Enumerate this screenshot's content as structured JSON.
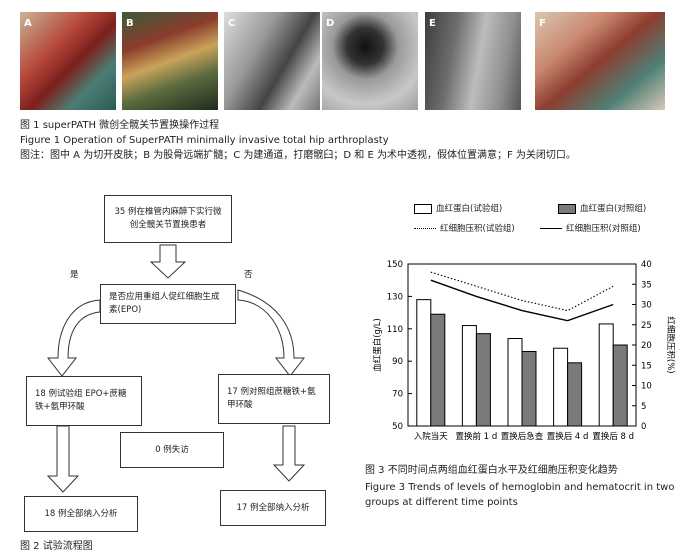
{
  "figure1": {
    "panel_labels": [
      "A",
      "B",
      "C",
      "D",
      "E",
      "F"
    ],
    "caption_cn": "图 1   superPATH 微创全髋关节置换操作过程",
    "caption_en": "Figure 1    Operation of SuperPATH minimally invasive total hip arthroplasty",
    "note": "图注：图中 A 为切开皮肤；B 为股骨远端扩髓；C 为建通道，打磨髋臼；D 和 E 为术中透视，假体位置满意；F 为关闭切口。"
  },
  "figure2": {
    "box_start": "35 例在椎管内麻醉下实行微创全髋关节置换患者",
    "label_yes": "是",
    "label_no": "否",
    "box_question": "是否应用重组人促红细胞生成素(EPO)",
    "box_trial": "18 例试验组 EPO+蔗糖铁+氨甲环酸",
    "box_control": "17 例对照组蔗糖铁+氨甲环酸",
    "box_lost": "0 例失访",
    "box_trial_final": "18 例全部纳入分析",
    "box_control_final": "17 例全部纳入分析",
    "caption": "图 2   试验流程图"
  },
  "figure3": {
    "legend": {
      "hb_trial": "血红蛋白(试验组)",
      "hb_control": "血红蛋白(对照组)",
      "hct_trial": "红细胞压积(试验组)",
      "hct_control": "红细胞压积(对照组)"
    },
    "caption_cn": "图 3   不同时间点两组血红蛋白水平及红细胞压积变化趋势",
    "caption_en_1": "Figure 3    Trends of levels of hemoglobin and hematocrit in two",
    "caption_en_2": "groups at different time points",
    "colors": {
      "trial_bar": "#ffffff",
      "control_bar": "#7a7a7a",
      "line": "#000000"
    }
  },
  "chart_data": {
    "type": "bar",
    "categories": [
      "入院当天",
      "置换前 1 d",
      "置换后急查",
      "置换后 4 d",
      "置换后 8 d"
    ],
    "series": [
      {
        "name": "血红蛋白(试验组)",
        "type": "bar",
        "axis": "left",
        "values": [
          128,
          112,
          104,
          98,
          113
        ]
      },
      {
        "name": "血红蛋白(对照组)",
        "type": "bar",
        "axis": "left",
        "values": [
          119,
          107,
          96,
          89,
          100
        ]
      },
      {
        "name": "红细胞压积(试验组)",
        "type": "line",
        "style": "dotted",
        "axis": "right",
        "values": [
          38,
          34.5,
          31,
          28.5,
          34.5
        ]
      },
      {
        "name": "红细胞压积(对照组)",
        "type": "line",
        "style": "solid",
        "axis": "right",
        "values": [
          36,
          32,
          28.5,
          26,
          30
        ]
      }
    ],
    "ylabel": "血红蛋白(g/L)",
    "ylim": [
      50,
      150
    ],
    "yticks": [
      50,
      70,
      90,
      110,
      130,
      150
    ],
    "y2label": "红细胞压积(%)",
    "y2lim": [
      0,
      40
    ],
    "y2ticks": [
      0,
      5,
      10,
      15,
      20,
      25,
      30,
      35,
      40
    ],
    "legend_position": "top",
    "grid": false
  }
}
